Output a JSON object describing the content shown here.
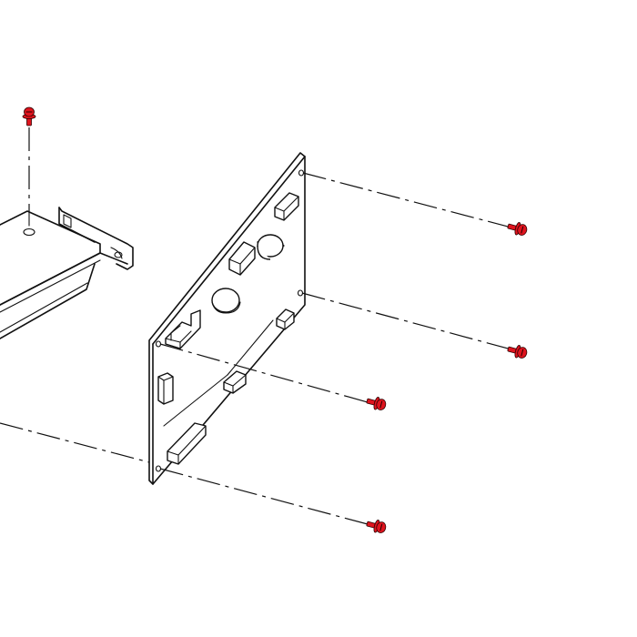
{
  "diagram": {
    "kind": "exploded-assembly",
    "screw_color": "#e0141e",
    "screw_outline": "#2b0000",
    "line_color": "#111111",
    "background": "#ffffff",
    "parts": [
      "bracket",
      "circuit-board",
      "screw"
    ],
    "screw_count": 5
  }
}
